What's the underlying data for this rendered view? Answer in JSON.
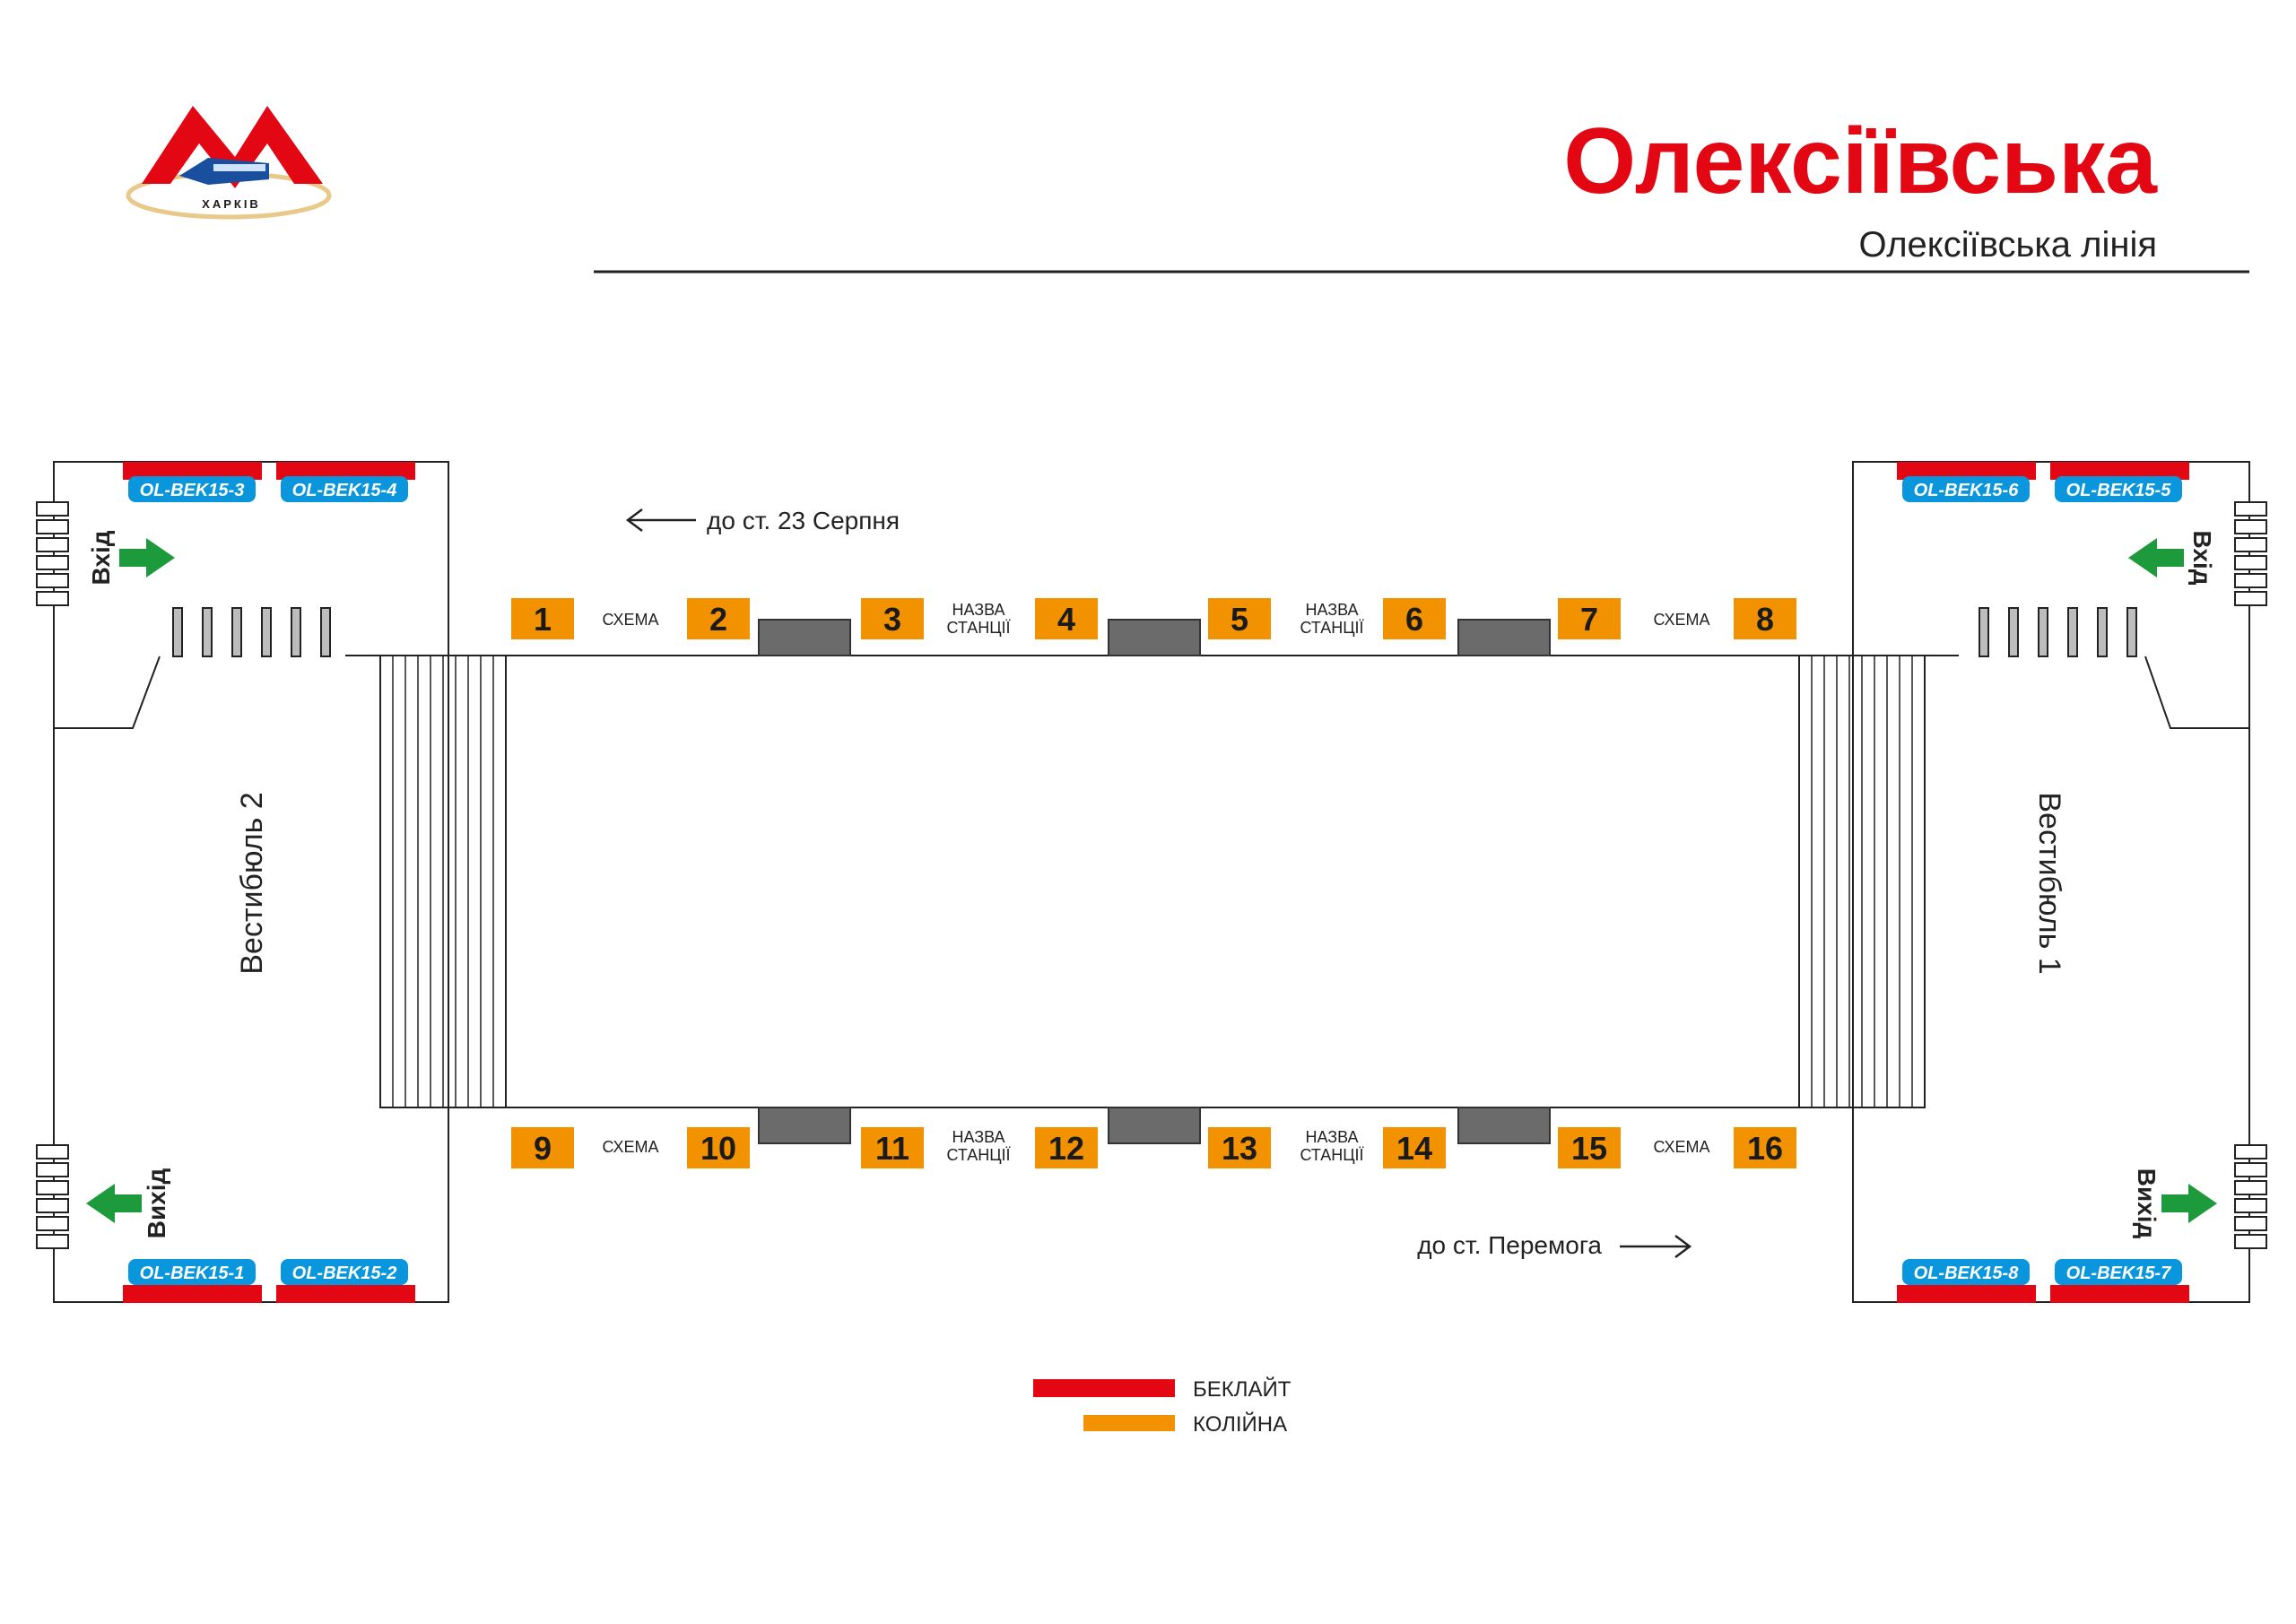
{
  "header": {
    "station_name": "Олексіївська",
    "line_name": "Олексіївська лінія",
    "logo_text": "ХАРКІВ"
  },
  "colors": {
    "brand_red": "#e30613",
    "track_orange": "#f39200",
    "code_blue": "#0a96dc",
    "arrow_green": "#1d9a3c",
    "bench_gray": "#6b6b6b",
    "line": "#222222"
  },
  "directions": {
    "top": "до ст. 23 Серпня",
    "bottom": "до ст. Перемога"
  },
  "platform": {
    "top_row": [
      {
        "num": "1"
      },
      {
        "label": "СХЕМА"
      },
      {
        "num": "2"
      },
      {
        "bench": true
      },
      {
        "num": "3"
      },
      {
        "label": "НАЗВА СТАНЦІЇ"
      },
      {
        "num": "4"
      },
      {
        "bench": true
      },
      {
        "num": "5"
      },
      {
        "label": "НАЗВА СТАНЦІЇ"
      },
      {
        "num": "6"
      },
      {
        "bench": true
      },
      {
        "num": "7"
      },
      {
        "label": "СХЕМА"
      },
      {
        "num": "8"
      }
    ],
    "bottom_row": [
      {
        "num": "9"
      },
      {
        "label": "СХЕМА"
      },
      {
        "num": "10"
      },
      {
        "bench": true
      },
      {
        "num": "11"
      },
      {
        "label": "НАЗВА СТАНЦІЇ"
      },
      {
        "num": "12"
      },
      {
        "bench": true
      },
      {
        "num": "13"
      },
      {
        "label": "НАЗВА СТАНЦІЇ"
      },
      {
        "num": "14"
      },
      {
        "bench": true
      },
      {
        "num": "15"
      },
      {
        "label": "СХЕМА"
      },
      {
        "num": "16"
      }
    ],
    "top_numbers": [
      "1",
      "2",
      "3",
      "4",
      "5",
      "6",
      "7",
      "8"
    ],
    "bottom_numbers": [
      "9",
      "10",
      "11",
      "12",
      "13",
      "14",
      "15",
      "16"
    ],
    "top_labels": [
      "СХЕМА",
      "НАЗВА СТАНЦІЇ",
      "НАЗВА СТАНЦІЇ",
      "СХЕМА"
    ],
    "bottom_labels": [
      "СХЕМА",
      "НАЗВА СТАНЦІЇ",
      "НАЗВА СТАНЦІЇ",
      "СХЕМА"
    ]
  },
  "vestibules": {
    "left": {
      "name": "Вестибюль 2",
      "entrance": "Вхід",
      "exit": "Вихід",
      "codes_top": [
        "OL-BEK15-3",
        "OL-BEK15-4"
      ],
      "codes_bottom": [
        "OL-BEK15-1",
        "OL-BEK15-2"
      ]
    },
    "right": {
      "name": "Вестибюль 1",
      "entrance": "Вхід",
      "exit": "Вихід",
      "codes_top": [
        "OL-BEK15-6",
        "OL-BEK15-5"
      ],
      "codes_bottom": [
        "OL-BEK15-8",
        "OL-BEK15-7"
      ]
    }
  },
  "legend": [
    {
      "label": "БЕКЛАЙТ",
      "color": "#e30613"
    },
    {
      "label": "КОЛІЙНА",
      "color": "#f39200"
    }
  ]
}
